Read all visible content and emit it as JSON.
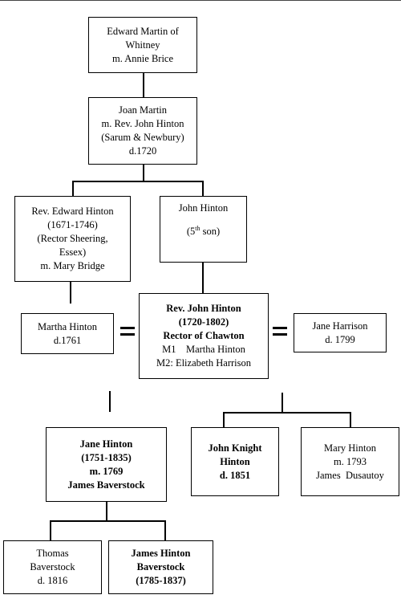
{
  "boxes": {
    "edward_martin": [
      "Edward Martin of",
      "Whitney",
      "m. Annie Brice"
    ],
    "joan_martin": [
      "Joan Martin",
      "m. Rev. John Hinton",
      "(Sarum & Newbury)",
      "d.1720"
    ],
    "rev_edward_hinton": [
      "Rev. Edward Hinton",
      "(1671-1746)",
      "(Rector Sheering,",
      "Essex)",
      "m. Mary Bridge"
    ],
    "john_hinton_5th": {
      "name": "John Hinton",
      "ordinal": "(5",
      "ordinal_sup": "th",
      "ordinal_rest": " son)"
    },
    "martha_hinton": [
      "Martha Hinton",
      "d.1761"
    ],
    "rev_john_hinton": [
      "Rev. John Hinton",
      "(1720-1802)",
      "Rector of Chawton",
      "M1    Martha Hinton",
      "M2: Elizabeth Harrison"
    ],
    "jane_harrison": [
      "Jane Harrison",
      "d. 1799"
    ],
    "jane_hinton": [
      "Jane Hinton",
      "(1751-1835)",
      "m. 1769",
      "James Baverstock"
    ],
    "john_knight_hinton": [
      "John Knight",
      "Hinton",
      "d. 1851"
    ],
    "mary_hinton": [
      "Mary Hinton",
      "m. 1793",
      "James  Dusautoy"
    ],
    "thomas_baverstock": [
      "Thomas",
      "Baverstock",
      "d. 1816"
    ],
    "james_hinton_baverstock": [
      "James Hinton",
      "Baverstock",
      "(1785-1837)"
    ]
  }
}
